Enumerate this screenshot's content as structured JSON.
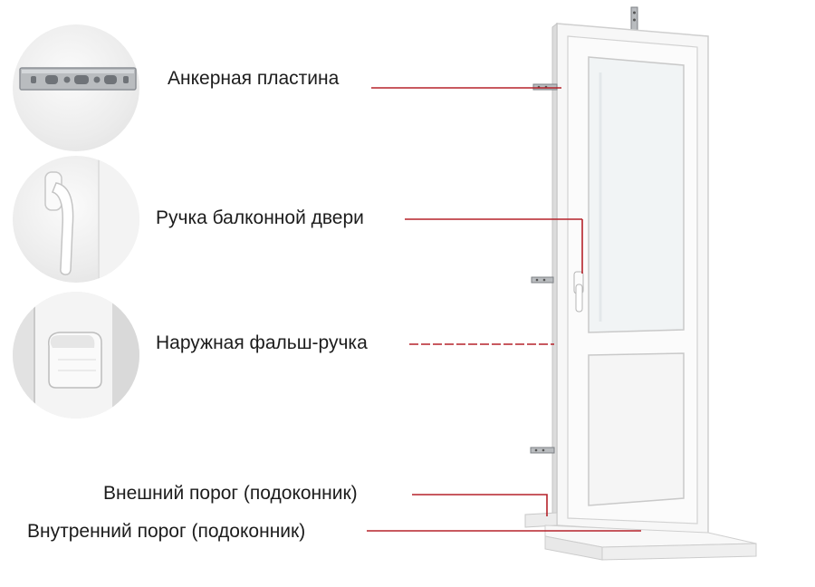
{
  "labels": {
    "anchor_plate": "Анкерная пластина",
    "door_handle": "Ручка балконной двери",
    "outer_fake_handle": "Наружная фальш-ручка",
    "outer_threshold": "Внешний порог (подоконник)",
    "inner_threshold": "Внутренний порог (подоконник)"
  },
  "colors": {
    "leader_line": "#b5222a",
    "text": "#1c1c1c",
    "frame": "#f7f7f7",
    "frame_edge": "#cfcfcf",
    "glass": "#f1f4f5"
  }
}
